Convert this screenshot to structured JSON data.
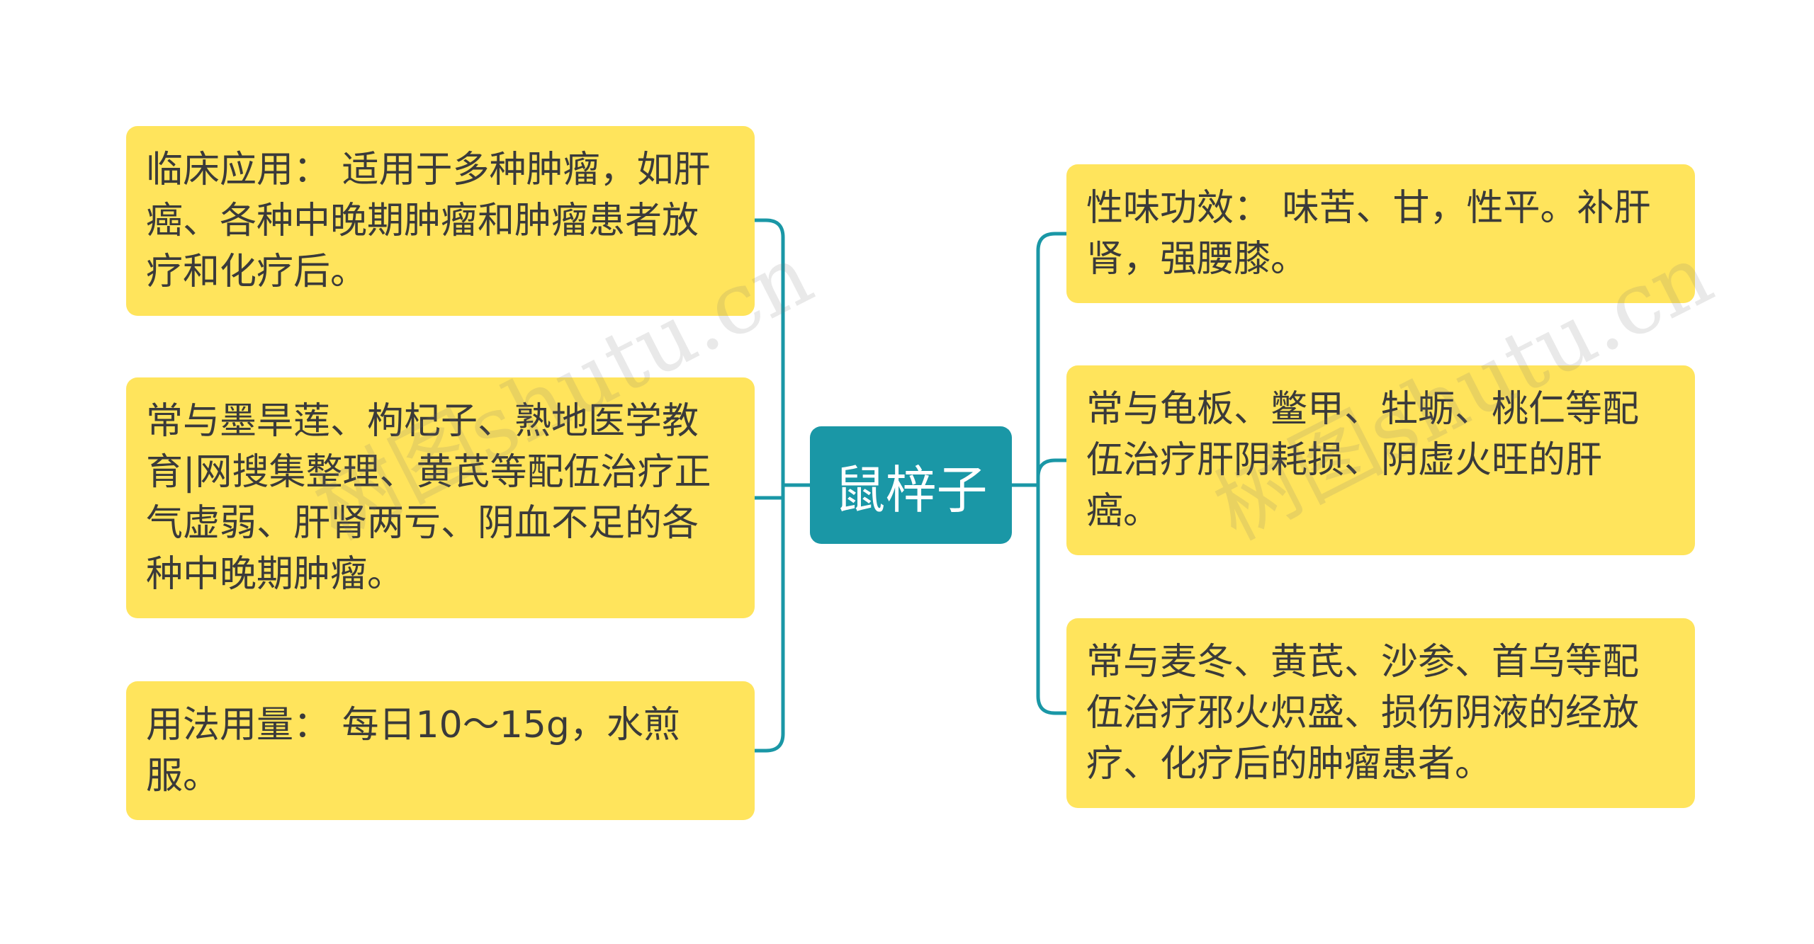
{
  "center": {
    "label": "鼠梓子"
  },
  "left_nodes": [
    {
      "text": "临床应用： 适用于多种肿瘤，如肝癌、各种中晚期肿瘤和肿瘤患者放疗和化疗后。"
    },
    {
      "text": "常与墨旱莲、枸杞子、熟地医学教育|网搜集整理、黄芪等配伍治疗正气虚弱、肝肾两亏、阴血不足的各种中晚期肿瘤。"
    },
    {
      "text": "用法用量： 每日10～15g，水煎服。"
    }
  ],
  "right_nodes": [
    {
      "text": "性味功效： 味苦、甘，性平。补肝肾，强腰膝。"
    },
    {
      "text": "常与龟板、鳖甲、牡蛎、桃仁等配伍治疗肝阴耗损、阴虚火旺的肝癌。"
    },
    {
      "text": "常与麦冬、黄芪、沙参、首乌等配伍治疗邪火炽盛、损伤阴液的经放疗、化疗后的肿瘤患者。"
    }
  ],
  "watermark": {
    "left": "树图shutu.cn",
    "right": "树图shutu.cn"
  },
  "colors": {
    "center_fill": "#1A97A6",
    "node_fill": "#FFE45C",
    "connector": "#1A97A6"
  }
}
